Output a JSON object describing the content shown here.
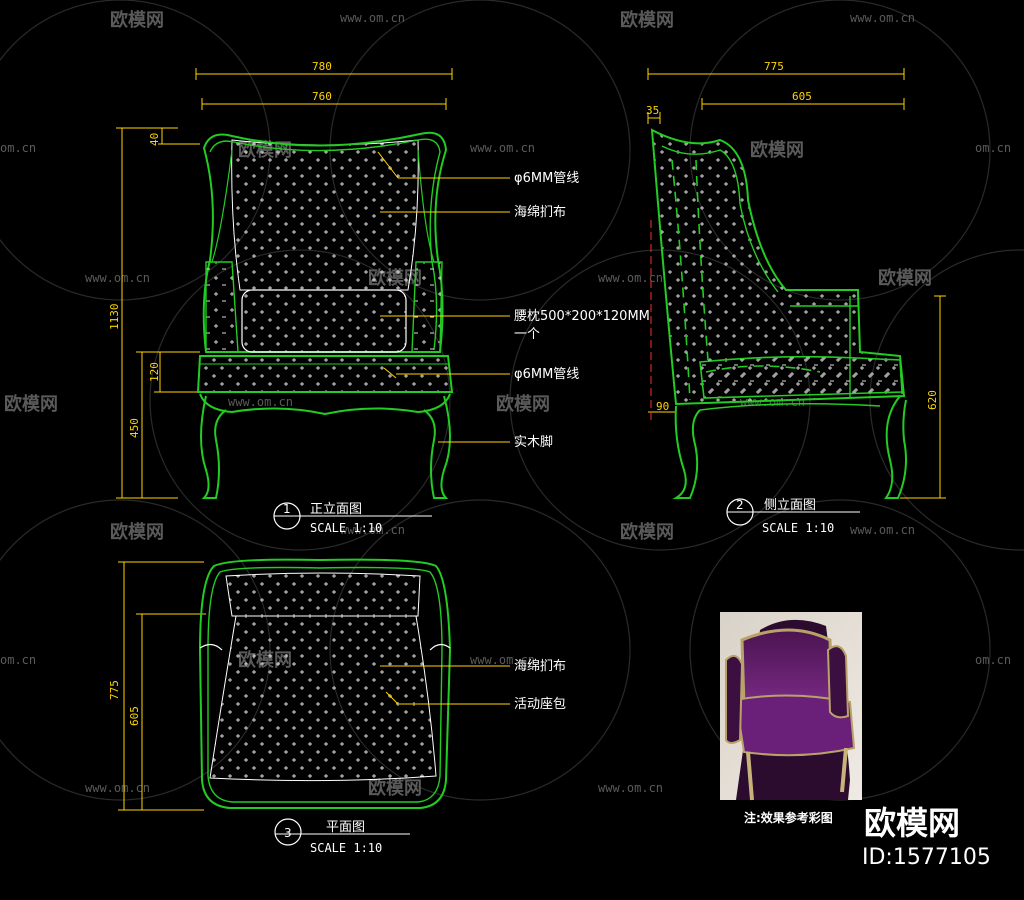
{
  "watermark": {
    "brand": "欧模网",
    "site": "www.om.cn",
    "site_short": "om.cn"
  },
  "front_view": {
    "number": "1",
    "title": "正立面图",
    "scale": "SCALE 1:10",
    "dims": {
      "outer_width": "780",
      "inner_width": "760",
      "height": "1130",
      "top": "40",
      "seat_height": "450",
      "seat_band": "120"
    },
    "labels": {
      "piping_top": "φ6MM管线",
      "sponge": "海绵扪布",
      "pillow_line1": "腰枕500*200*120MM",
      "pillow_line2": "一个",
      "piping_seat": "φ6MM管线",
      "legs": "实木脚"
    }
  },
  "side_view": {
    "number": "2",
    "title": "侧立面图",
    "scale": "SCALE 1:10",
    "dims": {
      "depth": "775",
      "seat_depth": "605",
      "back": "35",
      "leg": "90",
      "arm_height": "620"
    }
  },
  "plan_view": {
    "number": "3",
    "title": "平面图",
    "scale": "SCALE 1:10",
    "dims": {
      "depth": "775",
      "seat_depth": "605"
    },
    "labels": {
      "sponge": "海绵扪布",
      "cushion": "活动座包"
    }
  },
  "reference": {
    "note": "注:效果参考彩图"
  },
  "branding": {
    "name": "欧模网",
    "id": "ID:1577105"
  }
}
